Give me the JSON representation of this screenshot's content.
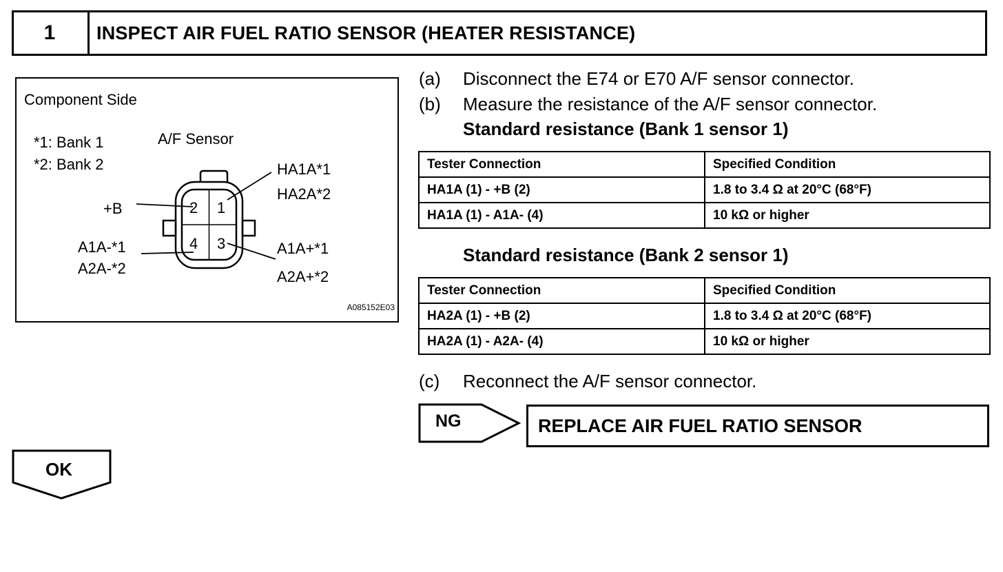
{
  "header": {
    "step_number": "1",
    "title": "INSPECT AIR FUEL RATIO SENSOR (HEATER RESISTANCE)"
  },
  "figure": {
    "side_label": "Component Side",
    "note_1": "*1: Bank 1",
    "note_2": "*2: Bank 2",
    "sensor_label": "A/F Sensor",
    "pins": [
      "1",
      "2",
      "3",
      "4"
    ],
    "label_ha1a": "HA1A*1",
    "label_ha2a": "HA2A*2",
    "label_plus_b": "+B",
    "label_a1a_minus": "A1A-*1",
    "label_a2a_minus": "A2A-*2",
    "label_a1a_plus": "A1A+*1",
    "label_a2a_plus": "A2A+*2",
    "code": "A085152E03"
  },
  "steps": {
    "a_label": "(a)",
    "a_text": "Disconnect the E74 or E70 A/F sensor connector.",
    "b_label": "(b)",
    "b_text": "Measure the resistance of the A/F sensor connector.",
    "std1": "Standard resistance (Bank 1 sensor 1)",
    "std2": "Standard resistance (Bank 2 sensor 1)",
    "c_label": "(c)",
    "c_text": "Reconnect the A/F sensor connector."
  },
  "table1": {
    "headers": [
      "Tester Connection",
      "Specified Condition"
    ],
    "rows": [
      [
        "HA1A (1) - +B (2)",
        "1.8 to 3.4 Ω at 20°C (68°F)"
      ],
      [
        "HA1A (1) - A1A- (4)",
        "10 kΩ or higher"
      ]
    ]
  },
  "table2": {
    "headers": [
      "Tester Connection",
      "Specified Condition"
    ],
    "rows": [
      [
        "HA2A (1) - +B (2)",
        "1.8 to 3.4 Ω at 20°C (68°F)"
      ],
      [
        "HA2A (1) - A2A- (4)",
        "10 kΩ or higher"
      ]
    ]
  },
  "ng": {
    "label": "NG",
    "action": "REPLACE AIR FUEL RATIO SENSOR"
  },
  "ok": {
    "label": "OK"
  }
}
